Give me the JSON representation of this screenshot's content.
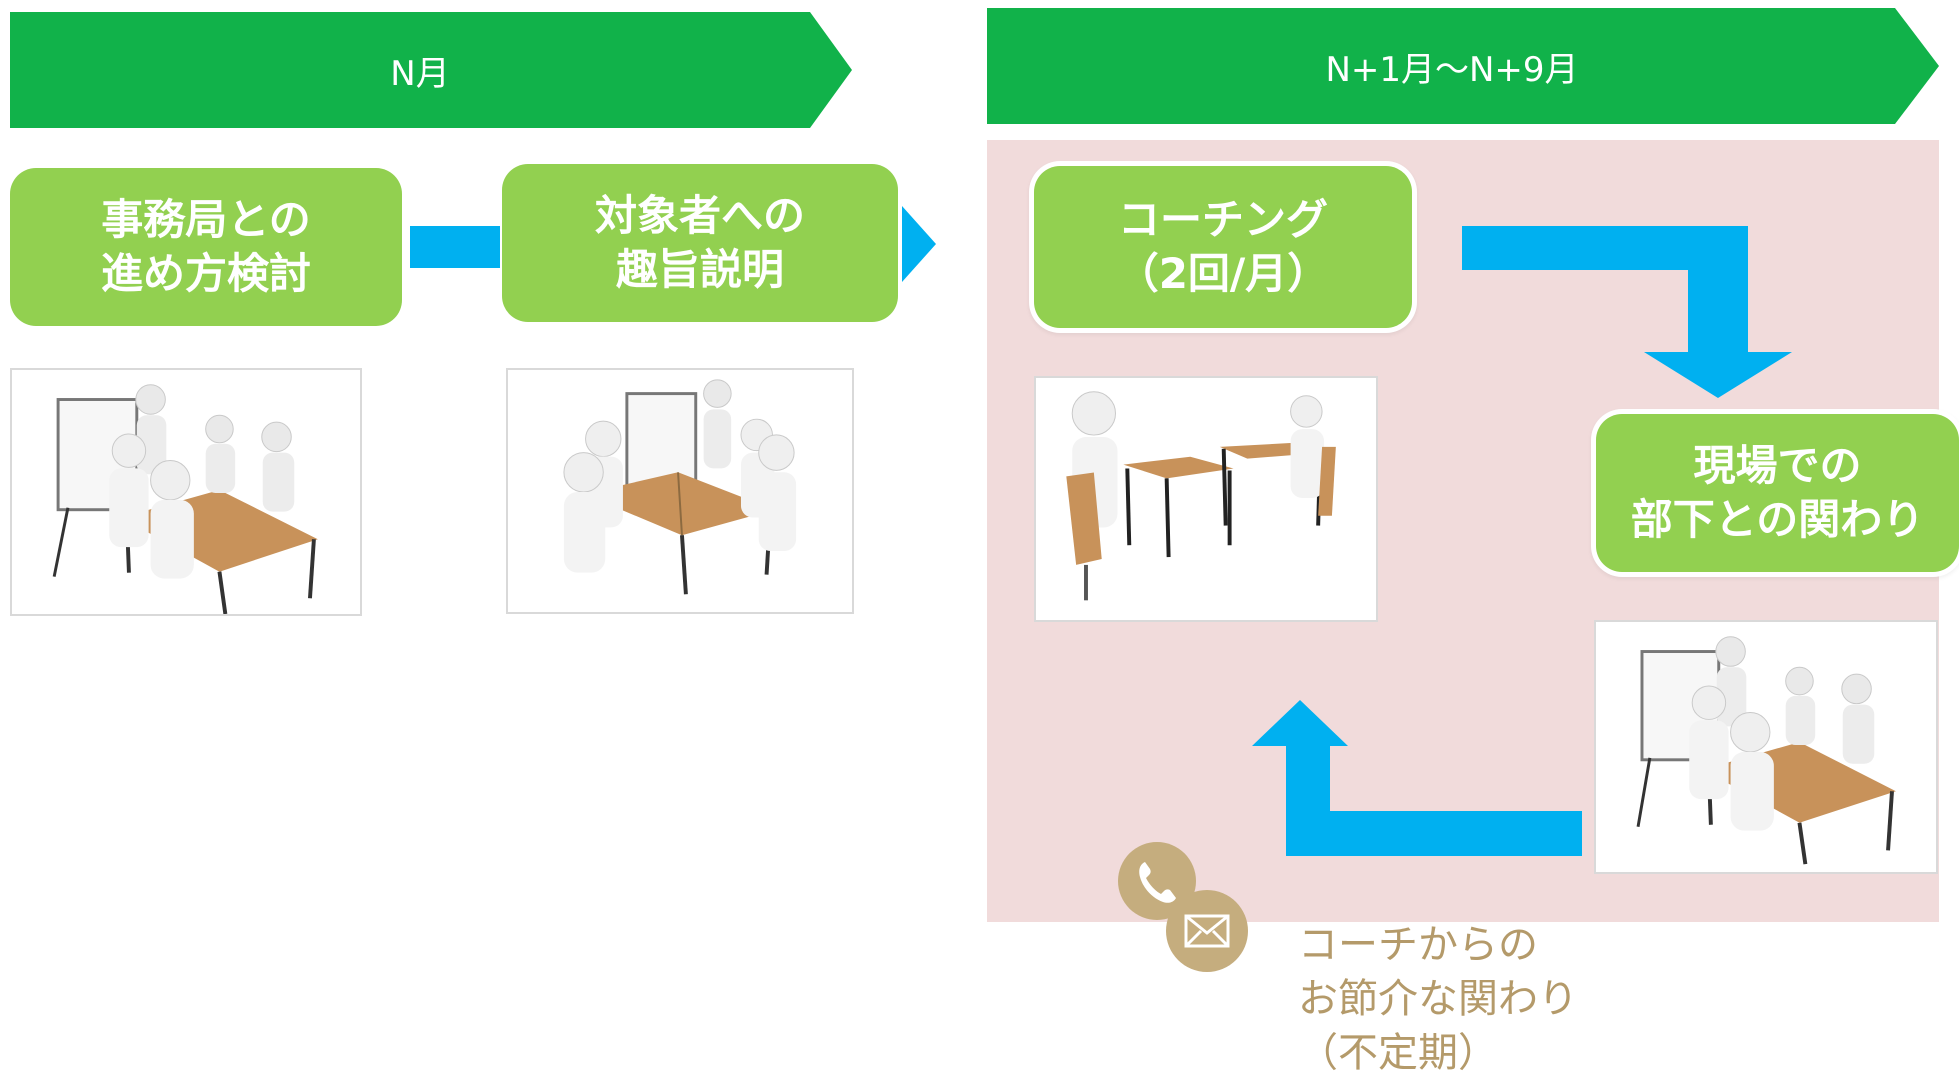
{
  "phases": [
    {
      "label": "N月"
    },
    {
      "label": "N+1月～N+9月"
    }
  ],
  "steps": {
    "kickoff": {
      "line1": "事務局との",
      "line2": "進め方検討"
    },
    "briefing": {
      "line1": "対象者への",
      "line2": "趣旨説明"
    },
    "coaching": {
      "line1": "コーチング",
      "line2": "（2回/月）"
    },
    "workplace": {
      "line1": "現場での",
      "line2": "部下との関わり"
    }
  },
  "note": {
    "line1": "コーチからの",
    "line2": "お節介な関わり",
    "line3": "（不定期）"
  },
  "colors": {
    "phase_green": "#11b24a",
    "step_green": "#92d050",
    "arrow_blue": "#00b0f0",
    "panel_pink": "#f1dbdb",
    "note_gold": "#b49a6a",
    "contact_icon_gold": "#c5ad7e"
  },
  "icons": [
    "phone-icon",
    "mail-icon"
  ]
}
